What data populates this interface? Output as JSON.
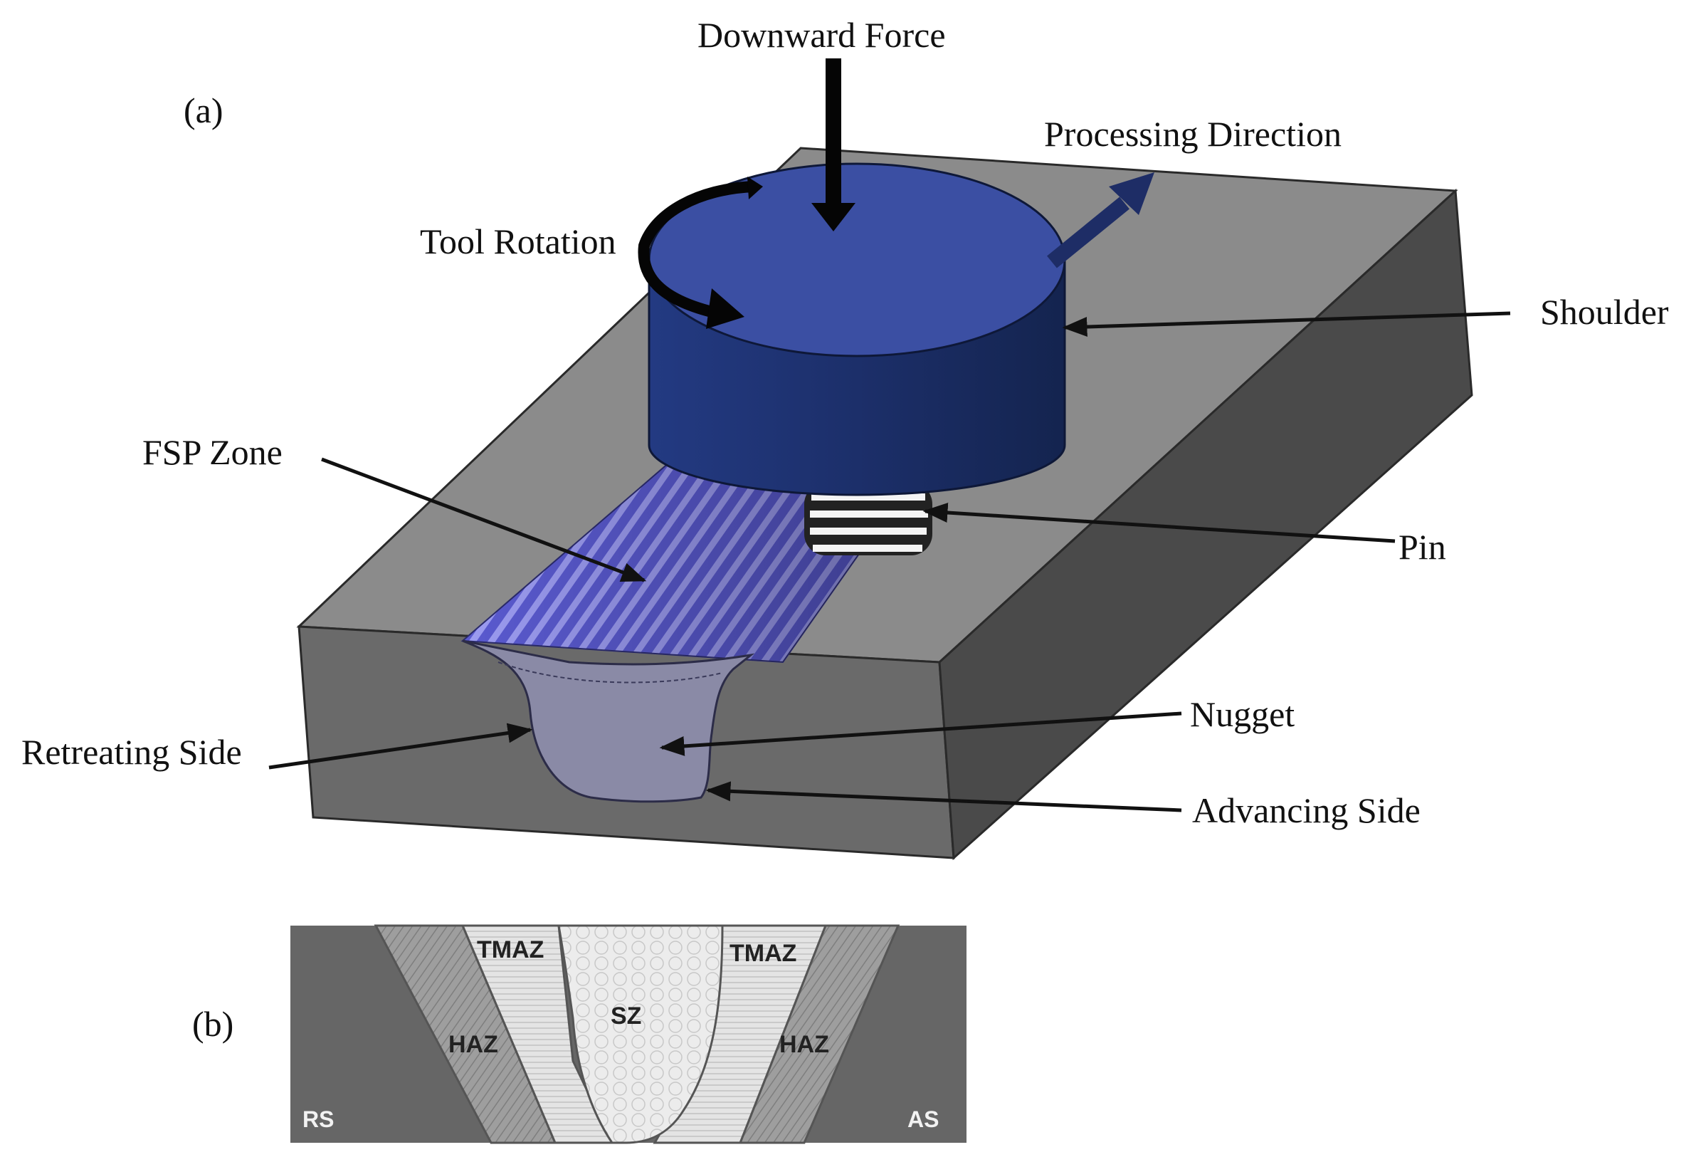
{
  "panel_a": {
    "letter": "(a)",
    "labels": {
      "downward_force": "Downward Force",
      "processing_direction": "Processing Direction",
      "tool_rotation": "Tool Rotation",
      "shoulder": "Shoulder",
      "fsp_zone": "FSP Zone",
      "pin": "Pin",
      "nugget": "Nugget",
      "retreating_side": "Retreating Side",
      "advancing_side": "Advancing Side"
    }
  },
  "panel_b": {
    "letter": "(b)",
    "zones": {
      "tmaz_left": "TMAZ",
      "tmaz_right": "TMAZ",
      "sz": "SZ",
      "haz_left": "HAZ",
      "haz_right": "HAZ",
      "rs": "RS",
      "as": "AS"
    }
  },
  "colors": {
    "block_top": "#8a8a8a",
    "block_front": "#666666",
    "block_side": "#4a4a4a",
    "tool_side": "#1f3270",
    "tool_top": "#3a4fa0",
    "fsp_stripes": "#6f6fe0",
    "nugget": "#8a8aa6",
    "haz": "#9a9a9a",
    "tmaz": "#dedede",
    "sz": "#e8e8e8"
  }
}
